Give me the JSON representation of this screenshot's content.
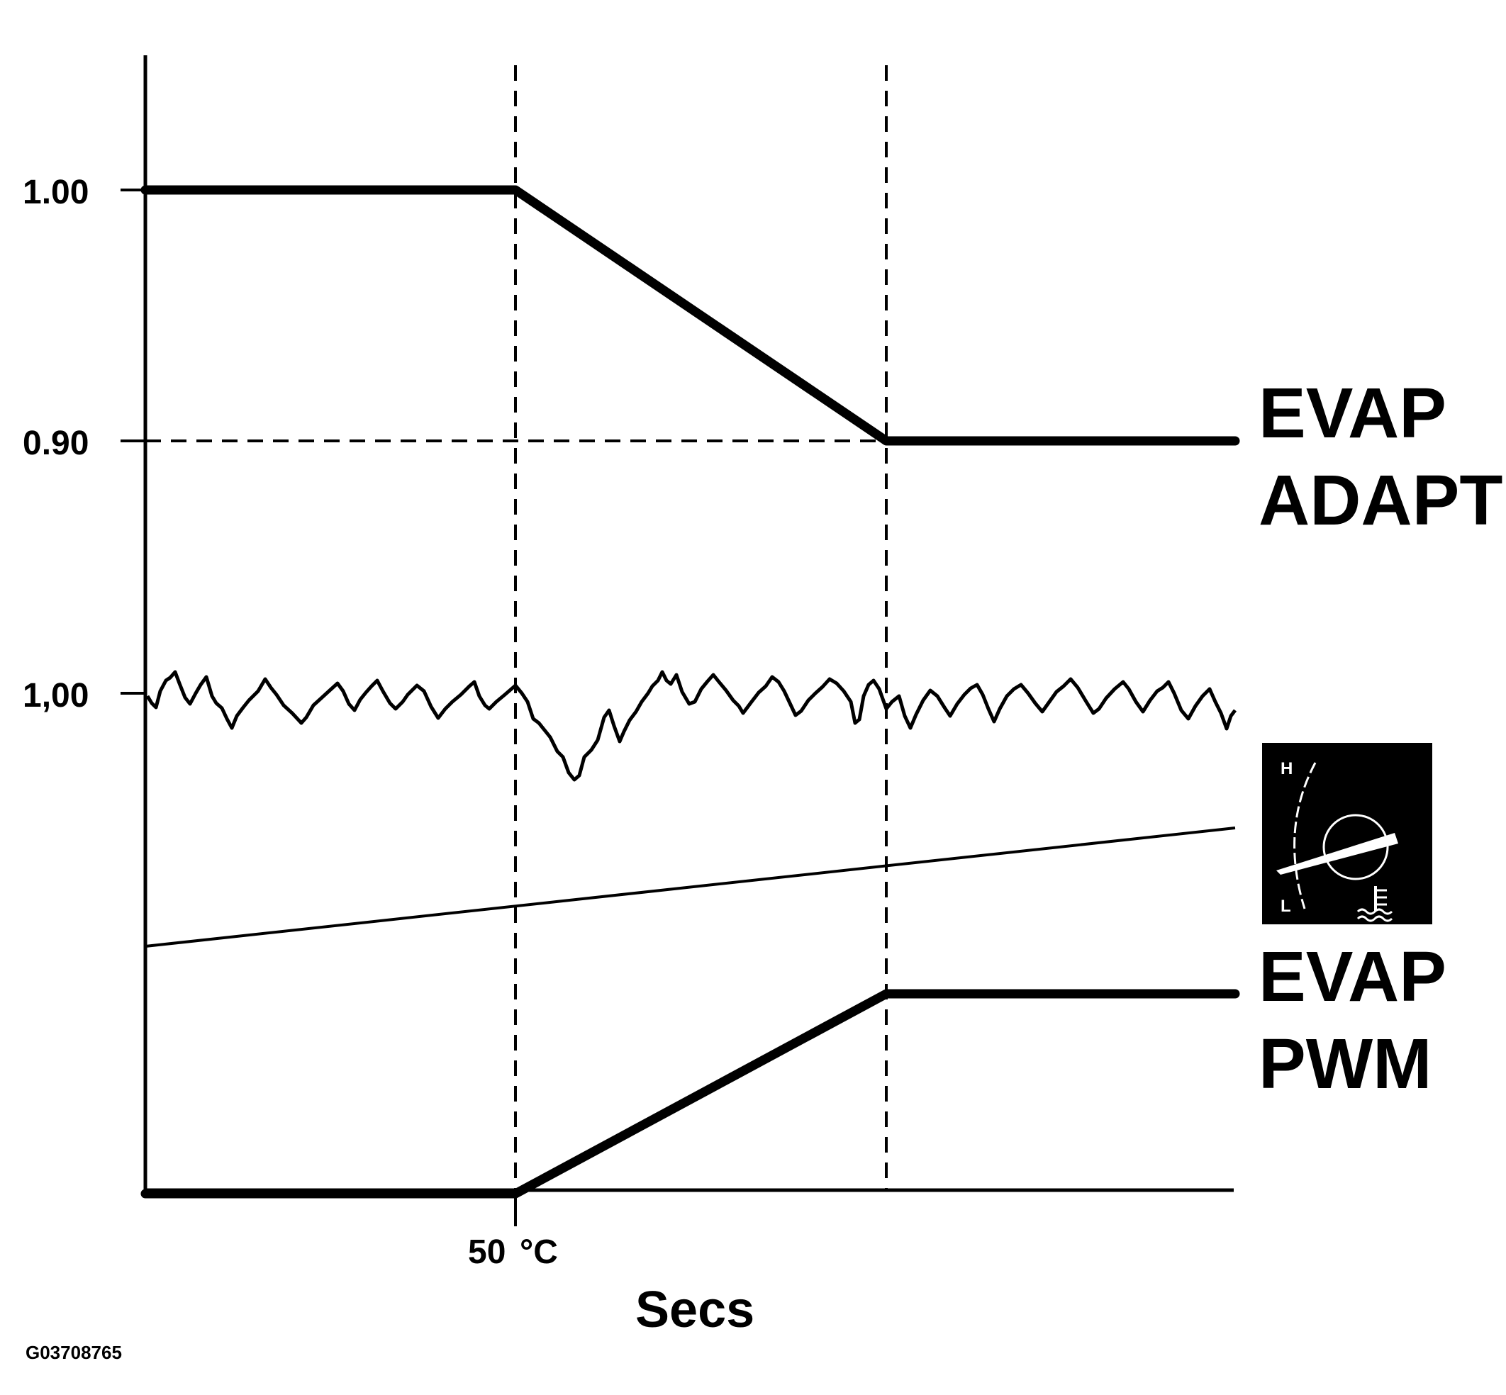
{
  "figure_id": "G03708765",
  "axis_ticks": {
    "adapt_high": "1.00",
    "adapt_low": "0.90",
    "lambda_ref": "1,00"
  },
  "marker_label": {
    "value": "50",
    "unit": "°C"
  },
  "x_axis_label": "Secs",
  "series_labels": {
    "evap_adapt": [
      "EVAP",
      "ADAPT"
    ],
    "evap_pwm": [
      "EVAP",
      "PWM"
    ]
  },
  "coolant_gauge": {
    "icon": "coolant-temperature-gauge",
    "high_label": "H",
    "low_label": "L"
  },
  "colors": {
    "ink": "#000000",
    "background": "#ffffff"
  }
}
